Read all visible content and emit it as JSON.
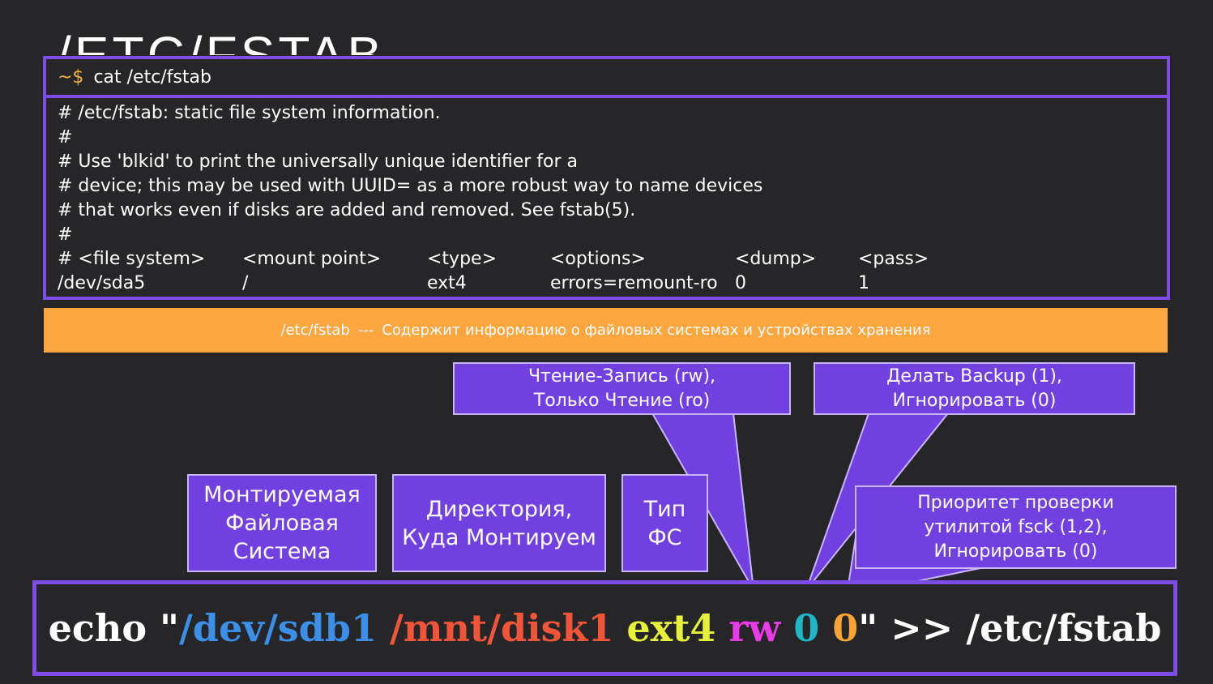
{
  "slide_title": "/ETC/FSTAB",
  "terminal": {
    "prompt": "~$",
    "command": "cat  /etc/fstab",
    "lines": [
      "# /etc/fstab: static file system information.",
      "#",
      "# Use 'blkid' to print the universally unique identifier for a",
      "# device; this may be used with UUID= as a more robust way to name devices",
      "# that works even if disks are added and removed. See fstab(5).",
      "#"
    ],
    "header_row": [
      "# <file system>",
      "<mount point>",
      "<type>",
      "<options>",
      "<dump>",
      "<pass>"
    ],
    "data_row": [
      "/dev/sda5",
      "/",
      "ext4",
      "errors=remount-ro",
      "0",
      "1"
    ]
  },
  "banner": {
    "path": "/etc/fstab",
    "separator": "---",
    "description": "Содержит информацию о файловых системах и устройствах хранения"
  },
  "callouts": {
    "fs": [
      "Монтируемая",
      "Файловая",
      "Система"
    ],
    "dir": [
      "Директория,",
      "Куда Монтируем"
    ],
    "type": [
      "Тип",
      "ФС"
    ],
    "options": [
      "Чтение-Запись (rw),",
      "Только Чтение (ro)"
    ],
    "dump": [
      "Делать Backup (1),",
      "Игнорировать (0)"
    ],
    "pass": [
      "Приоритет проверки",
      "утилитой fsck (1,2),",
      "Игнорировать (0)"
    ]
  },
  "echo_command": {
    "echo": "echo \"",
    "device": "/dev/sdb1",
    "mount": "/mnt/disk1",
    "type": "ext4",
    "options": "rw",
    "dump": "0",
    "pass": "0",
    "tail": "\" >> /etc/fstab"
  },
  "colors": {
    "accent": "#7e4ce6",
    "callout": "#7140e0",
    "banner": "#fca640",
    "device": "#3b8fe6",
    "mount": "#f0553a",
    "type": "#e6f23a",
    "options": "#e83ce6",
    "dump": "#1fb6c6",
    "pass": "#f6a534"
  }
}
